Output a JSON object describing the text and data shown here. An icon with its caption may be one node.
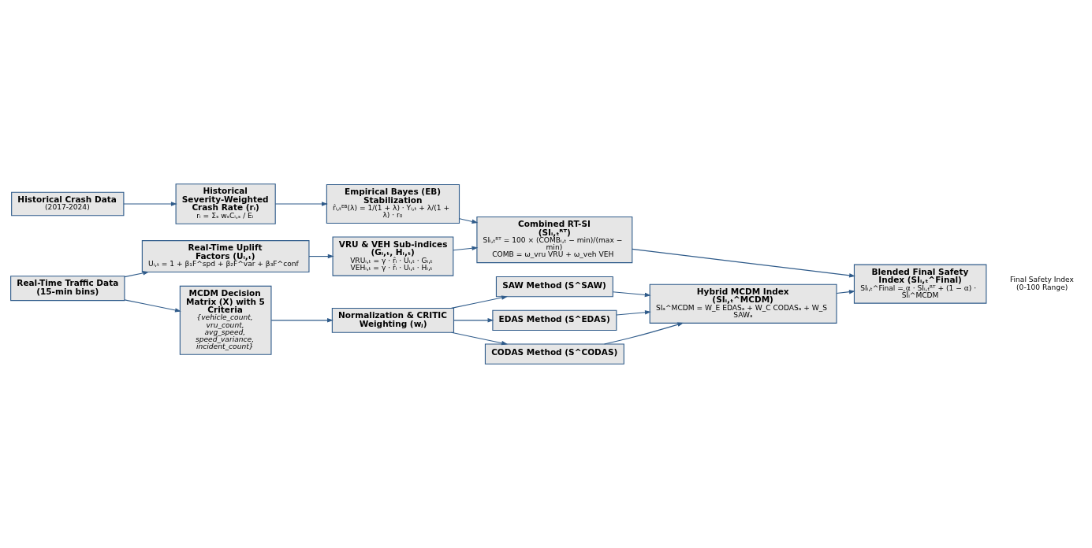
{
  "diagram": {
    "nodes": [
      {
        "text": [
          "Historical Crash Data",
          "(2017-2024)"
        ]
      },
      {
        "text": [
          "Historical Severity-Weighted Crash Rate (rᵢ)",
          "rᵢ = Σₛ wₛCᵢ,ₛ / Eᵢ"
        ]
      },
      {
        "text": [
          "Empirical Bayes (EB) Stabilization",
          "r̂ᵢ,ₜᴱᴮ(λ) = 1/(1 + λ) · Yᵢ,ₜ + λ/(1 + λ) · r₀"
        ]
      },
      {
        "text": [
          "Combined RT-SI (SIᵢ,ₜᴿᵀ)",
          "SIᵢ,ₜᴿᵀ = 100 × (COMBᵢ,ₜ − min)/(max − min)",
          "COMB = ω_vru VRU + ω_veh VEH"
        ]
      },
      {
        "text": [
          "Real-Time Uplift Factors (Uᵢ,ₜ)",
          "Uᵢ,ₜ = 1 + β₁F^spd + β₂F^var + β₃F^conf"
        ]
      },
      {
        "text": [
          "VRU & VEH Sub-indices (Gᵢ,ₜ, Hᵢ,ₜ)",
          "VRUᵢ,ₜ = γ · r̂ᵢ · Uᵢ,ₜ · Gᵢ,ₜ",
          "VEHᵢ,ₜ = γ · r̂ᵢ · Uᵢ,ₜ · Hᵢ,ₜ"
        ]
      },
      {
        "text": [
          "Blended Final Safety Index (SIᵢ,ₜ^Final)",
          "SIᵢ,ₜ^Final = α · SIᵢ,ₜᴿᵀ + (1 − α) · S̄Īᵢ^MCDM"
        ],
        "beside": [
          "Final Safety Index (0-100 Range)"
        ]
      },
      {
        "text": [
          "Real-Time Traffic Data (15-min bins)"
        ]
      },
      {
        "text": [
          "MCDM Decision Matrix (X) with 5 Criteria",
          "{vehicle_count, vru_count, avg_speed, speed_variance, incident_count}"
        ]
      },
      {
        "text": [
          "Normalization & CRITIC Weighting (wⱼ)"
        ]
      },
      {
        "text": [
          "SAW Method (S^SAW)"
        ]
      },
      {
        "text": [
          "EDAS Method (S^EDAS)"
        ]
      },
      {
        "text": [
          "CODAS Method (S^CODAS)"
        ]
      },
      {
        "text": [
          "Hybrid MCDM Index (SIᵢ,ₜ^MCDM)",
          "SIₐ^MCDM = W_E EDASₐ + W_C CODASₐ + W_S SAWₐ"
        ]
      }
    ],
    "edges": [
      {
        "from": 0,
        "to": 1,
        "arrow": "to"
      },
      {
        "from": 1,
        "to": 2,
        "arrow": "to"
      },
      {
        "from": 2,
        "to": 3,
        "arrow": "to"
      },
      {
        "from": 5,
        "to": 3,
        "arrow": "to"
      },
      {
        "from": 7,
        "to": 4,
        "arrow": "to"
      },
      {
        "from": 7,
        "to": 8,
        "arrow": "to"
      },
      {
        "from": 4,
        "to": 5,
        "arrow": "to"
      },
      {
        "from": 8,
        "to": 9,
        "arrow": "to"
      },
      {
        "from": 9,
        "to": 10,
        "arrow": "to"
      },
      {
        "from": 9,
        "to": 11,
        "arrow": "to"
      },
      {
        "from": 9,
        "to": 12,
        "arrow": "to"
      },
      {
        "from": 10,
        "to": 13,
        "arrow": "to"
      },
      {
        "from": 11,
        "to": 13,
        "arrow": "to"
      },
      {
        "from": 12,
        "to": 13,
        "arrow": "to"
      },
      {
        "from": 3,
        "to": 6,
        "arrow": "to"
      },
      {
        "from": 13,
        "to": 6,
        "arrow": "to"
      }
    ]
  }
}
